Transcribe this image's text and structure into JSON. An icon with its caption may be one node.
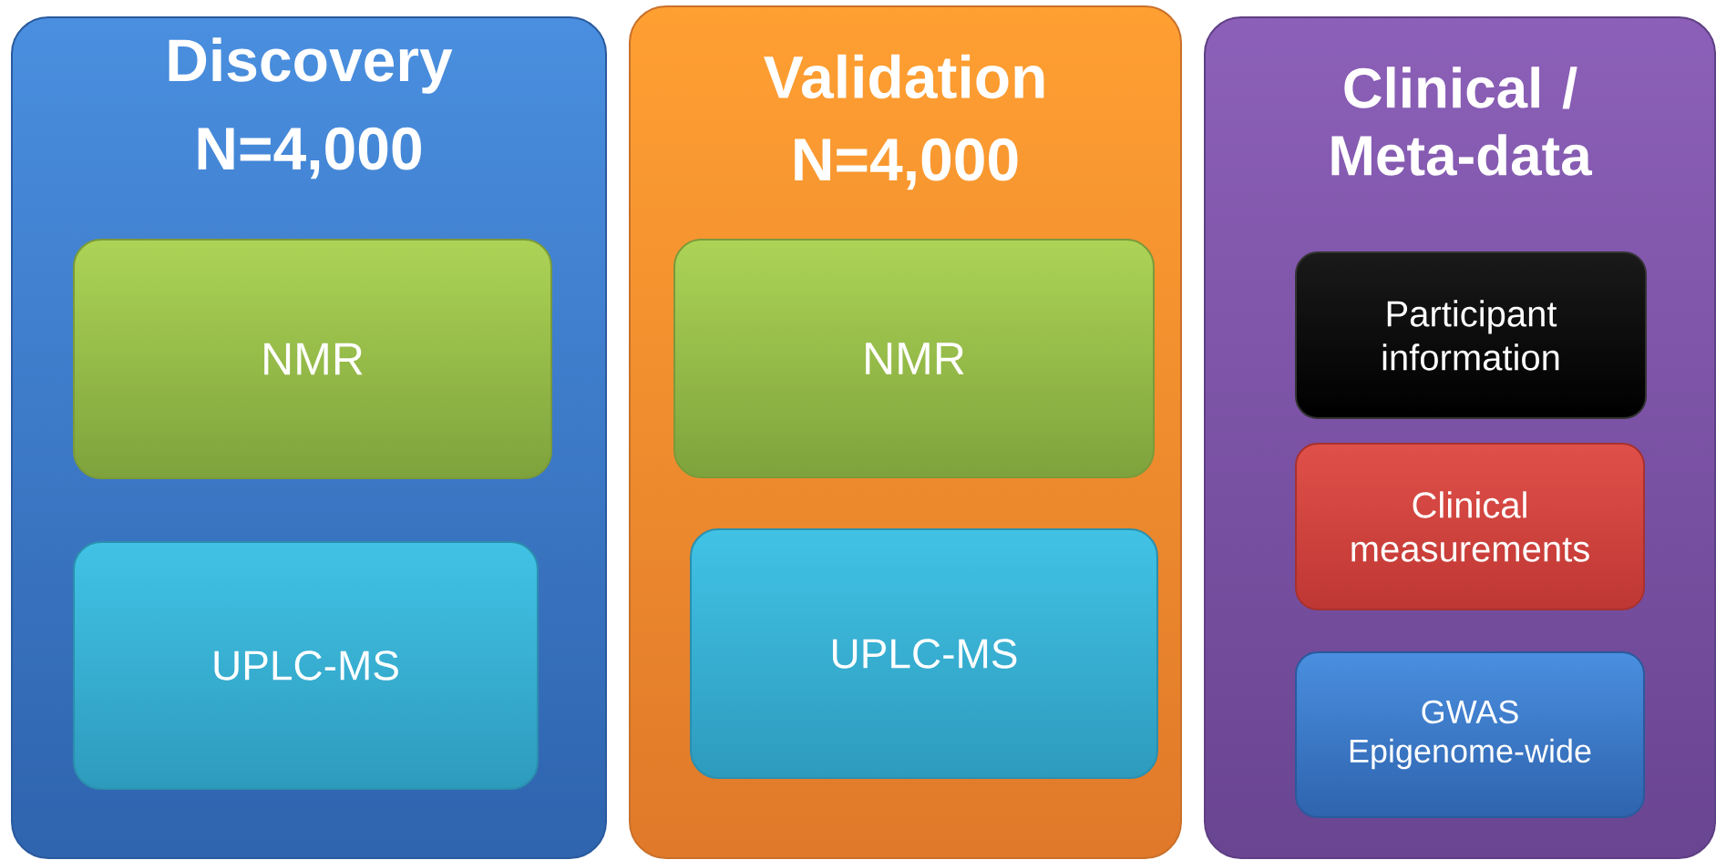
{
  "diagram": {
    "nodes": [
      {
        "text": [
          "Discovery",
          "N=4,000"
        ]
      },
      {
        "text": [
          "NMR"
        ],
        "in": 0
      },
      {
        "text": [
          "UPLC-MS"
        ],
        "in": 0
      },
      {
        "text": [
          "Validation",
          "N=4,000"
        ]
      },
      {
        "text": [
          "NMR"
        ],
        "in": 3
      },
      {
        "text": [
          "UPLC-MS"
        ],
        "in": 3
      },
      {
        "text": [
          "Clinical / Meta-data"
        ]
      },
      {
        "text": [
          "Participant information"
        ],
        "in": 6
      },
      {
        "text": [
          "Clinical measurements"
        ],
        "in": 6
      },
      {
        "text": [
          "GWAS Epigenome-wide"
        ],
        "in": 6
      }
    ]
  }
}
